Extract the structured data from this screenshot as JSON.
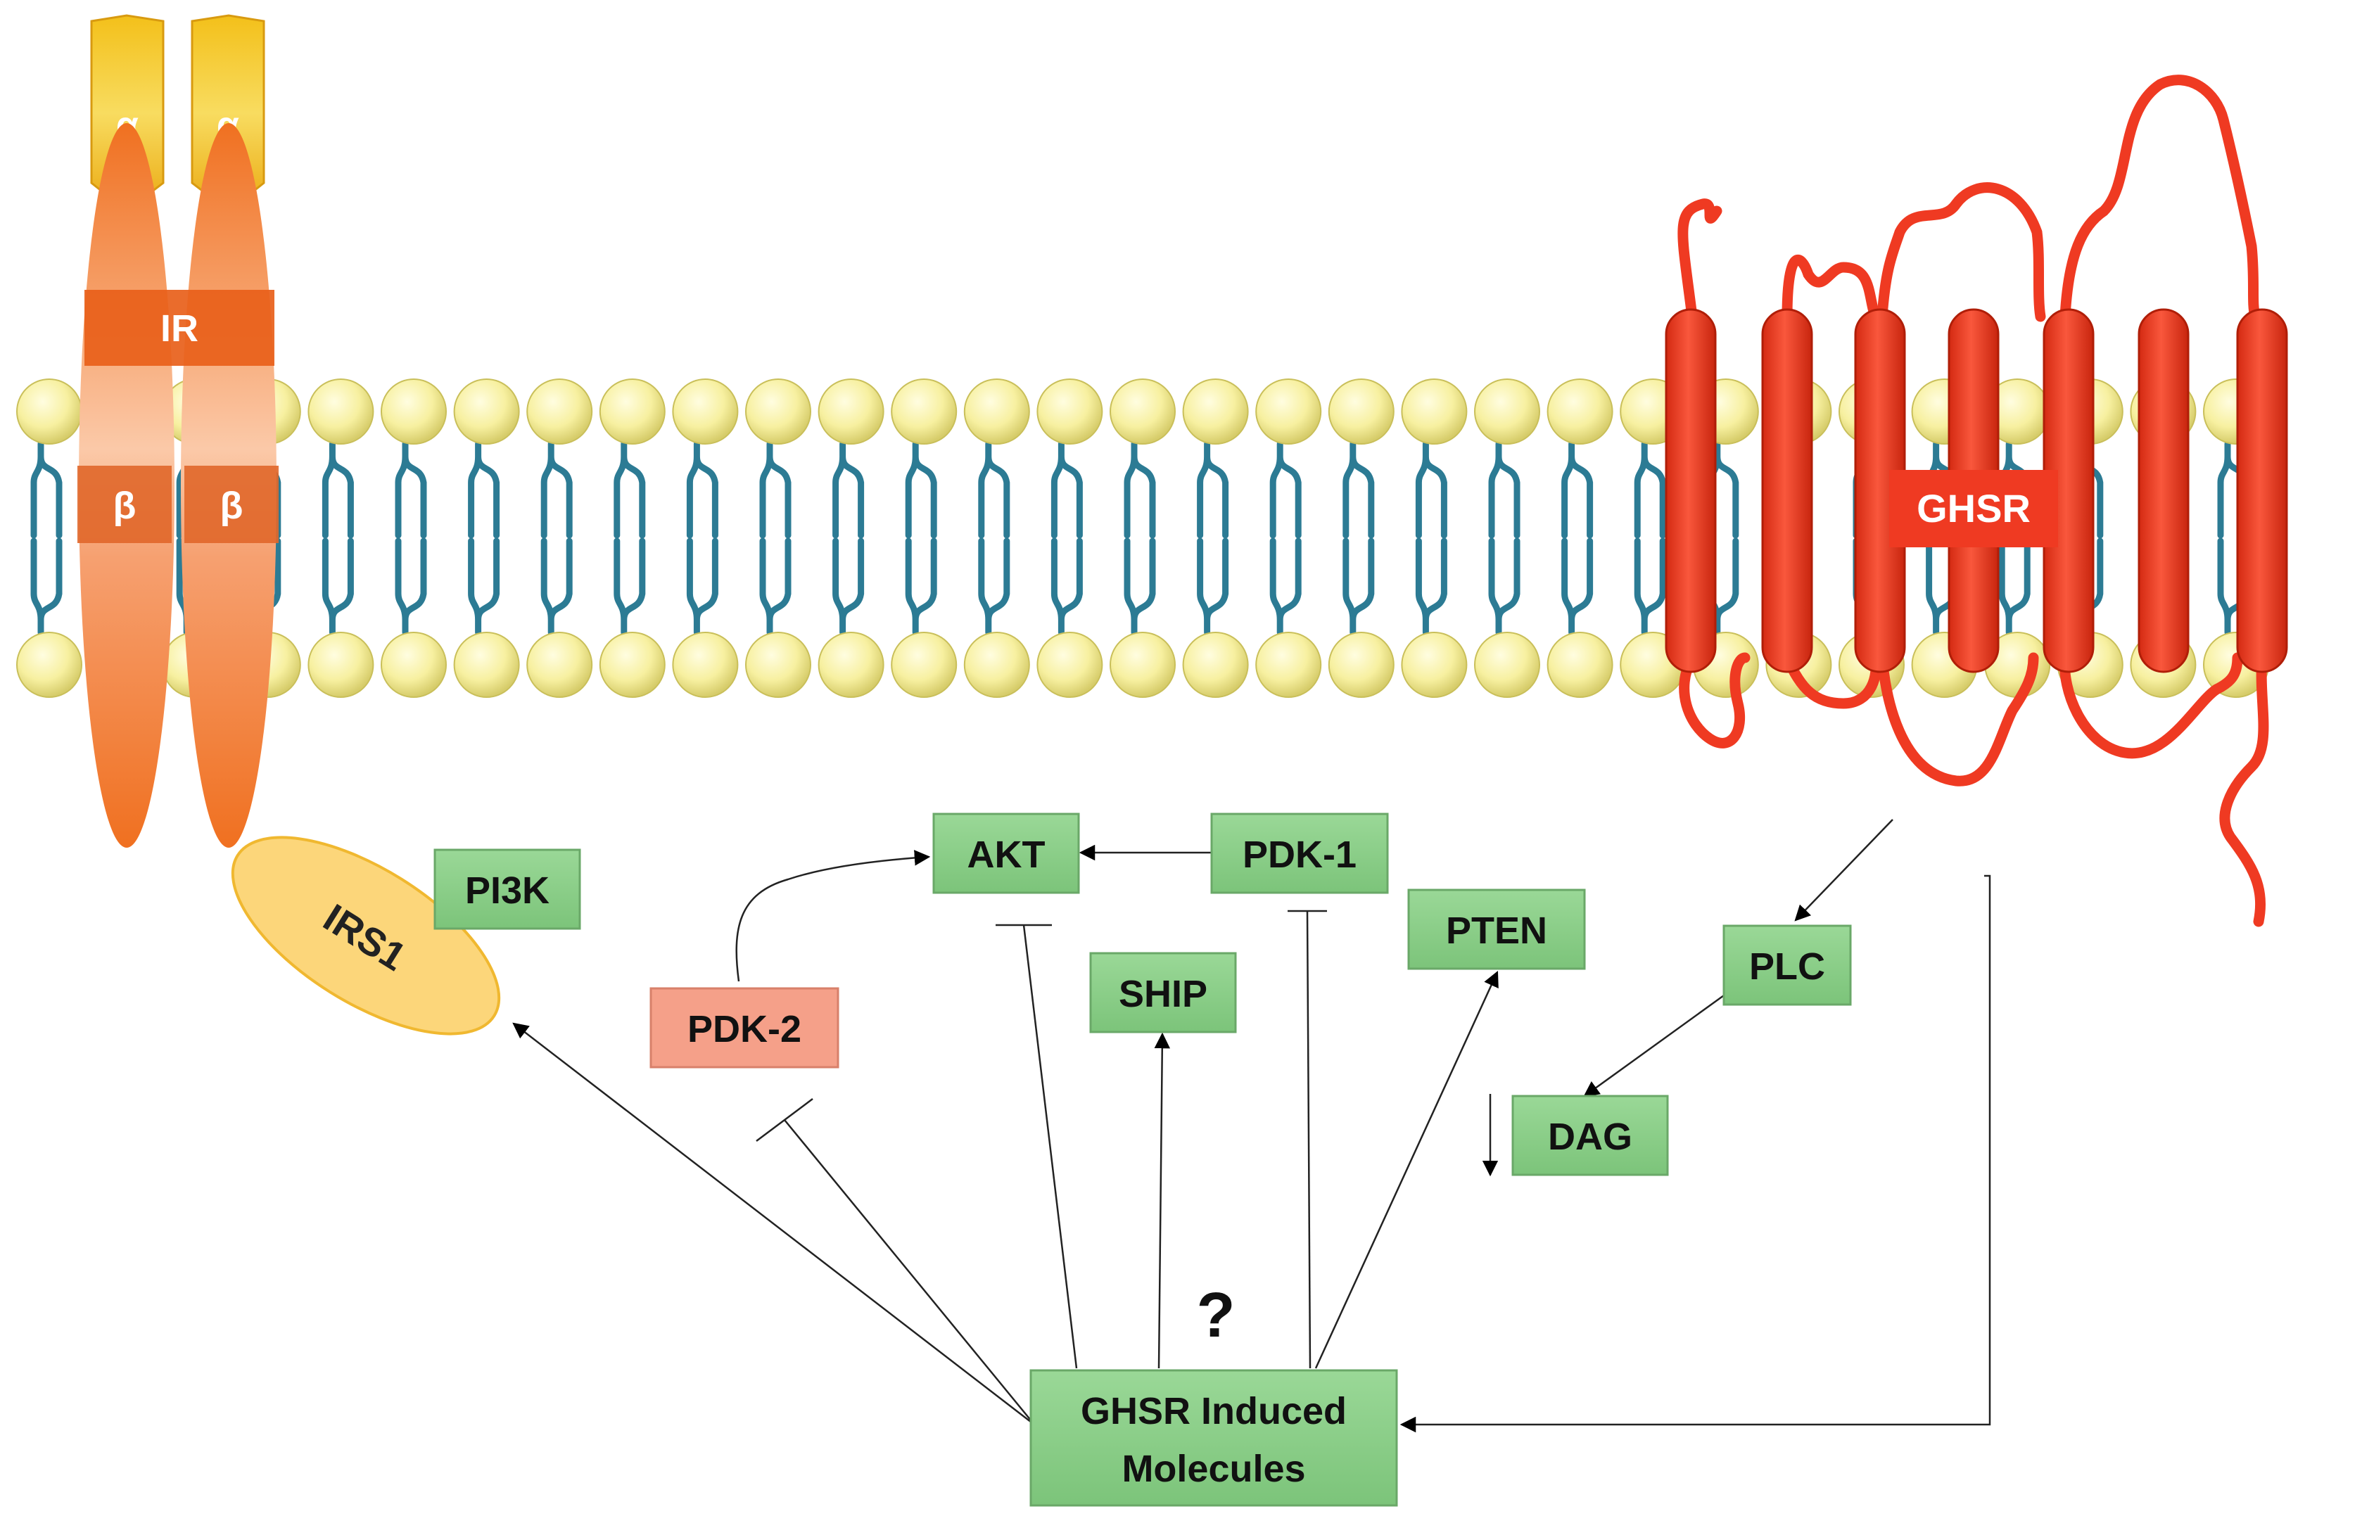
{
  "receptors": {
    "ir": {
      "label": "IR",
      "alpha": "α",
      "beta": "β"
    },
    "ghsr": {
      "label": "GHSR"
    },
    "irs1": {
      "label": "IRS1"
    }
  },
  "nodes": {
    "pi3k": "PI3K",
    "akt": "AKT",
    "pdk1": "PDK-1",
    "pten": "PTEN",
    "ship": "SHIP",
    "pdk2": "PDK-2",
    "plc": "PLC",
    "dag": "DAG",
    "ghsr_induced_line1": "GHSR Induced",
    "ghsr_induced_line2": "Molecules"
  },
  "annotations": {
    "question": "?"
  },
  "colors": {
    "green_box": "#8fd18c",
    "green_border": "#6aa868",
    "salmon_box": "#f5a089",
    "head_yellow": "#f8f2a0",
    "tail_teal": "#2c7b94",
    "ghsr_red": "#ef3a22",
    "ir_orange": "#f47a20",
    "irs1_yellow": "#fcd67a"
  }
}
